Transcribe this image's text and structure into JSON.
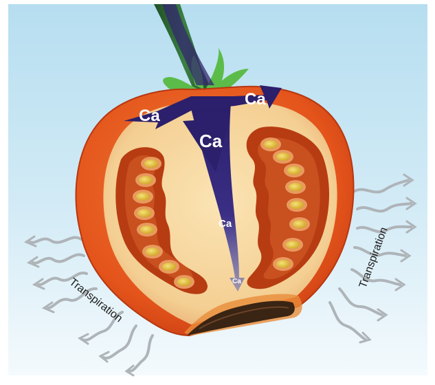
{
  "labels": {
    "ca_left": "Ca",
    "ca_right": "Ca",
    "ca_center": "Ca",
    "ca_mid": "Ca",
    "ca_tip": "Ca",
    "transpiration_left": "Transpiration",
    "transpiration_right": "Transpiration"
  },
  "colors": {
    "sky_top": "#b9e0f1",
    "sky_bottom": "#f3f9fc",
    "tomato_skin": "#e4541b",
    "tomato_rim": "#c33a12",
    "flesh": "#f6d49c",
    "locule": "#b93d12",
    "seed": "#e6c33a",
    "stem": "#2f6b34",
    "sepal": "#5cbc49",
    "calcium_arrow": "#2c1f6b",
    "rot": "#3a2414",
    "vapor_arrow": "#b0b5b8"
  },
  "icons": {
    "fruit": "tomato-cross-section-icon",
    "flow": "calcium-flow-arrow-icon",
    "vapor": "transpiration-arrow-icon",
    "disorder": "blossom-end-rot-icon"
  }
}
